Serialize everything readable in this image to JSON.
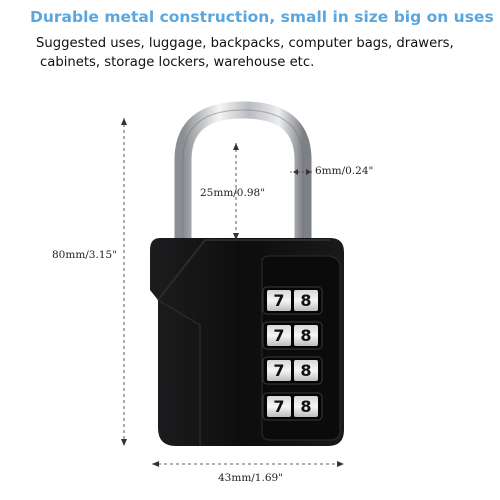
{
  "headline": "Durable metal construction, small in size big on uses",
  "uses_line1": "Suggested uses, luggage, backpacks, computer bags, drawers,",
  "uses_line2": "cabinets, storage lockers, warehouse etc.",
  "dimensions": {
    "height": "80mm/3.15\"",
    "shackle_clearance": "25mm/0.98\"",
    "shackle_diameter": "6mm/0.24\"",
    "width": "43mm/1.69\""
  },
  "dial_digits": [
    [
      "7",
      "8"
    ],
    [
      "7",
      "8"
    ],
    [
      "7",
      "8"
    ],
    [
      "7",
      "8"
    ]
  ],
  "colors": {
    "headline": "#5aa7df",
    "lock_body": "#121212",
    "shackle": "#c9ccd0"
  }
}
